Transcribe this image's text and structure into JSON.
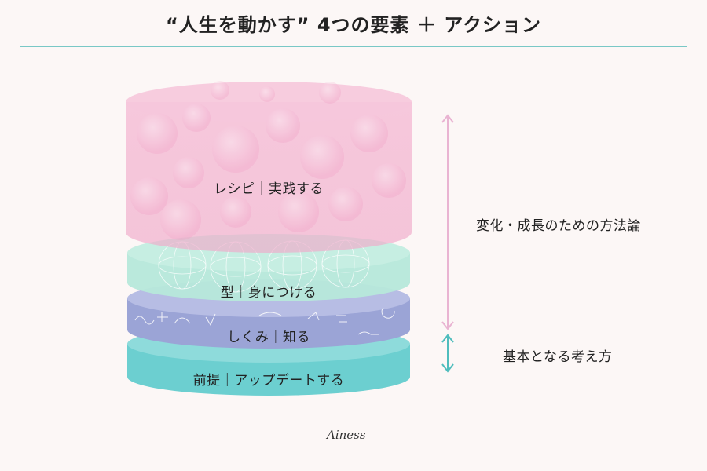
{
  "title": "“人生を動かす” 4つの要素 ＋ アクション",
  "layers": [
    {
      "label": "レシピ｜実践する"
    },
    {
      "label": "型｜身につける"
    },
    {
      "label": "しくみ｜知る"
    },
    {
      "label": "前提｜アップデートする"
    }
  ],
  "sides": {
    "upper": "変化・成長のための方法論",
    "lower": "基本となる考え方"
  },
  "signature": "Ainess",
  "colors": {
    "accent_rule": "#79c8c6",
    "pink": "#f2b3cf",
    "mint": "#b5e6d9",
    "lavender": "#a9aedb",
    "teal": "#6ccfd0",
    "arrow_pink": "#e9b4d2",
    "arrow_teal": "#4fbdbd"
  }
}
